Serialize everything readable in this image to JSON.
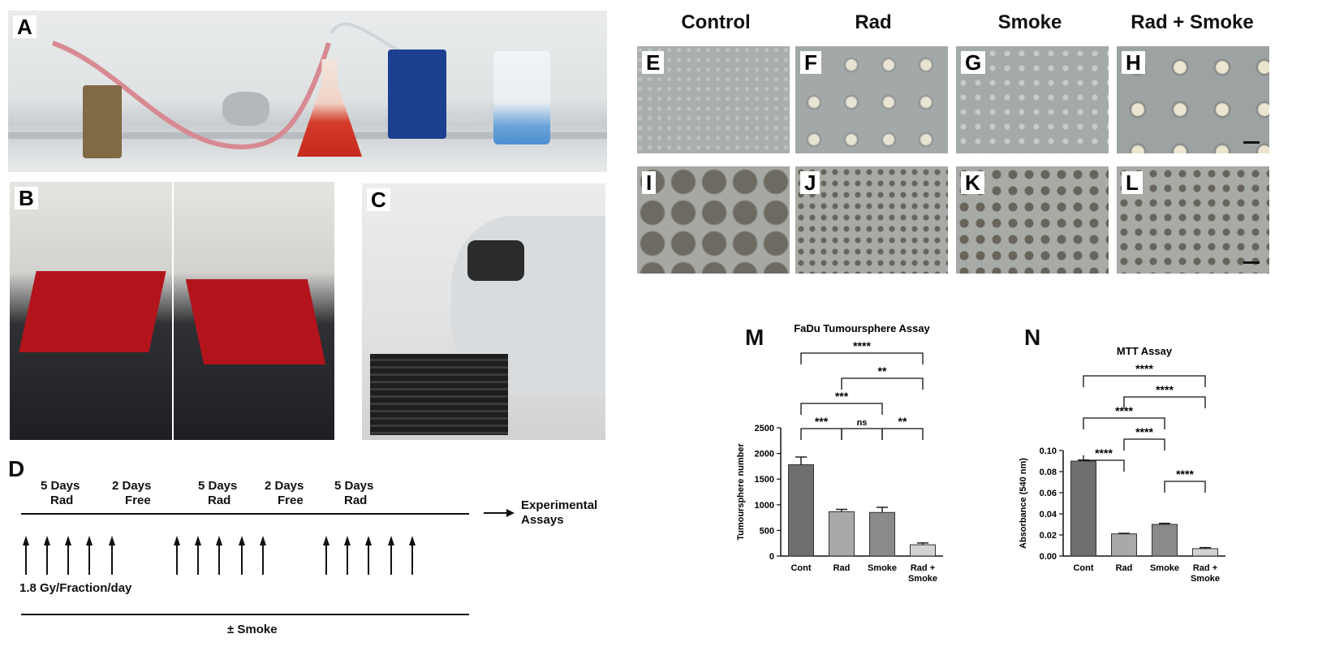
{
  "panels": {
    "a": {
      "label": "A"
    },
    "b": {
      "label": "B"
    },
    "c": {
      "label": "C"
    },
    "d": {
      "label": "D"
    },
    "e": {
      "label": "E"
    },
    "f": {
      "label": "F"
    },
    "g": {
      "label": "G"
    },
    "h": {
      "label": "H"
    },
    "i": {
      "label": "I"
    },
    "j": {
      "label": "J"
    },
    "k": {
      "label": "K"
    },
    "l": {
      "label": "L"
    },
    "m": {
      "label": "M"
    },
    "n": {
      "label": "N"
    }
  },
  "columns": [
    "Control",
    "Rad",
    "Smoke",
    "Rad + Smoke"
  ],
  "timeline": {
    "blocks": [
      {
        "line1": "5 Days",
        "line2": "Rad"
      },
      {
        "line1": "2 Days",
        "line2": "Free"
      },
      {
        "line1": "5 Days",
        "line2": "Rad"
      },
      {
        "line1": "2 Days",
        "line2": "Free"
      },
      {
        "line1": "5 Days",
        "line2": "Rad"
      }
    ],
    "assay_line1": "Experimental",
    "assay_line2": "Assays",
    "dose": "1.8 Gy/Fraction/day",
    "smoke": "± Smoke"
  },
  "chart_data": [
    {
      "type": "bar",
      "title": "FaDu Tumoursphere Assay",
      "ylabel": "Tumoursphere number",
      "categories": [
        "Cont",
        "Rad",
        "Smoke",
        "Rad + Smoke"
      ],
      "values": [
        1780,
        865,
        850,
        220
      ],
      "errors": [
        150,
        45,
        100,
        35
      ],
      "ylim": [
        0,
        2500
      ],
      "yticks": [
        "0",
        "500",
        "1000",
        "1500",
        "2000",
        "2500"
      ],
      "bar_colors": [
        "#6f6f6f",
        "#a9a9a9",
        "#8a8a8a",
        "#d2d2d2"
      ],
      "significance": [
        {
          "from": 0,
          "to": 3,
          "label": "****"
        },
        {
          "from": 1,
          "to": 3,
          "label": "**"
        },
        {
          "from": 0,
          "to": 2,
          "label": "***"
        },
        {
          "from": 0,
          "to": 1,
          "label": "***"
        },
        {
          "from": 1,
          "to": 2,
          "label": "ns"
        },
        {
          "from": 2,
          "to": 3,
          "label": "**"
        }
      ]
    },
    {
      "type": "bar",
      "title": "MTT Assay",
      "ylabel": "Absorbance (540 nm)",
      "categories": [
        "Cont",
        "Rad",
        "Smoke",
        "Rad + Smoke"
      ],
      "values": [
        0.09,
        0.021,
        0.03,
        0.007
      ],
      "errors": [
        0.001,
        0.0005,
        0.001,
        0.001
      ],
      "ylim": [
        0,
        0.1
      ],
      "yticks": [
        "0.00",
        "0.02",
        "0.04",
        "0.06",
        "0.08",
        "0.10"
      ],
      "bar_colors": [
        "#6f6f6f",
        "#a9a9a9",
        "#8a8a8a",
        "#d2d2d2"
      ],
      "significance": [
        {
          "from": 0,
          "to": 3,
          "label": "****"
        },
        {
          "from": 1,
          "to": 3,
          "label": "****"
        },
        {
          "from": 0,
          "to": 2,
          "label": "****"
        },
        {
          "from": 1,
          "to": 2,
          "label": "****"
        },
        {
          "from": 0,
          "to": 1,
          "label": "****"
        },
        {
          "from": 2,
          "to": 3,
          "label": "****"
        }
      ]
    }
  ]
}
